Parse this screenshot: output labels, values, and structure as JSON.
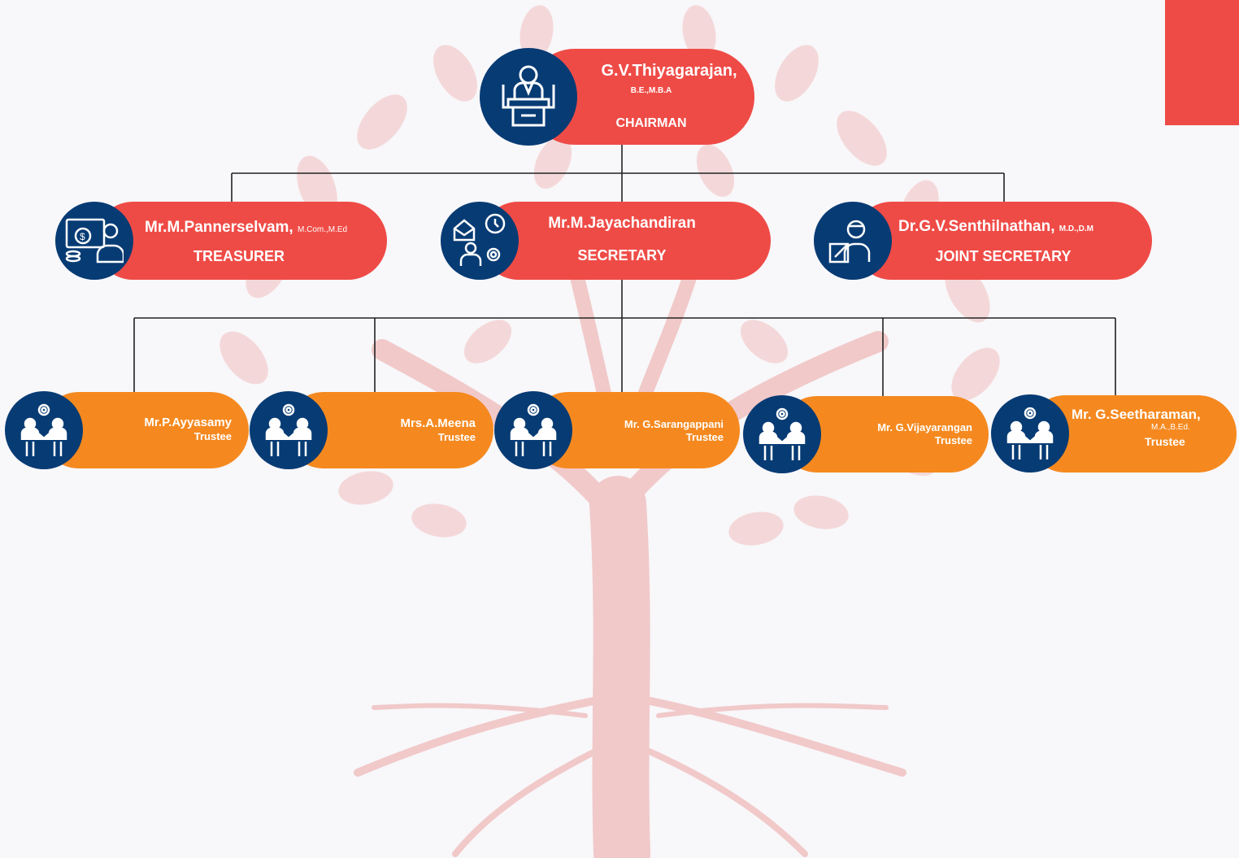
{
  "colors": {
    "officer": "#ef4b46",
    "trustee": "#f5891f",
    "icon_bg": "#073b74",
    "connector": "#222222",
    "tree": "#f3cdcd",
    "accent_block": "#ef4b46"
  },
  "chairman": {
    "name": "G.V.Thiyagarajan,",
    "qualification": "B.E.,M.B.A",
    "role": "CHAIRMAN",
    "icon": "presenter-icon"
  },
  "officers": [
    {
      "name": "Mr.M.Pannerselvam,",
      "qualification": "M.Com.,M.Ed",
      "role": "TREASURER",
      "icon": "finance-person-icon"
    },
    {
      "name": "Mr.M.Jayachandiran",
      "qualification": "",
      "role": "SECRETARY",
      "icon": "admin-workflow-icon"
    },
    {
      "name": "Dr.G.V.Senthilnathan,",
      "qualification": "M.D.,D.M",
      "role": "JOINT SECRETARY",
      "icon": "doctor-writing-icon"
    }
  ],
  "trustees": [
    {
      "name": "Mr.P.Ayyasamy",
      "qualification": "",
      "role": "Trustee",
      "icon": "partners-icon"
    },
    {
      "name": "Mrs.A.Meena",
      "qualification": "",
      "role": "Trustee",
      "icon": "partners-icon"
    },
    {
      "name": "Mr. G.Sarangappani",
      "qualification": "",
      "role": "Trustee",
      "icon": "partners-icon"
    },
    {
      "name": "Mr. G.Vijayarangan",
      "qualification": "",
      "role": "Trustee",
      "icon": "partners-icon"
    },
    {
      "name": "Mr. G.Seetharaman,",
      "qualification": "M.A.,B.Ed.",
      "role": "Trustee",
      "icon": "partners-icon"
    }
  ]
}
